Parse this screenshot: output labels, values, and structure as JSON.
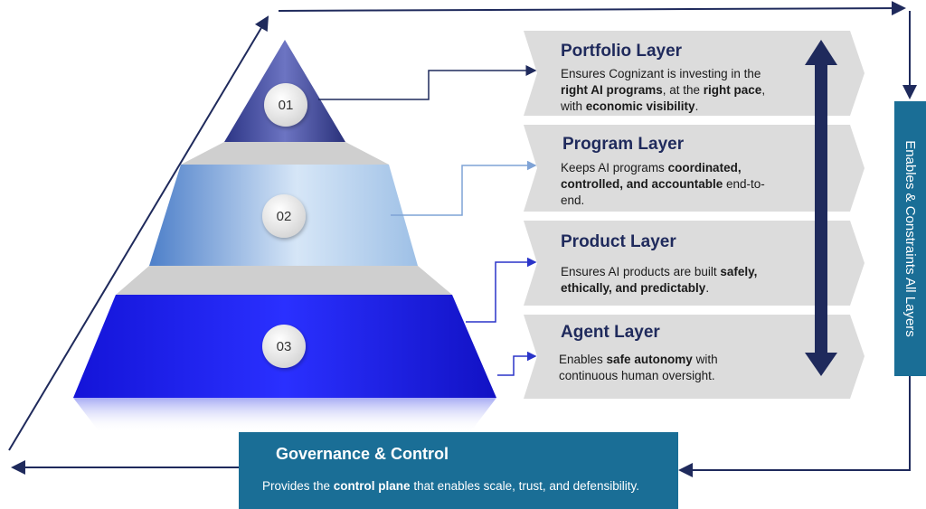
{
  "layers": [
    {
      "number": "01",
      "title": "Portfolio Layer",
      "lines": [
        [
          {
            "t": "Ensures Cognizant is investing in the",
            "b": false
          }
        ],
        [
          {
            "t": "right AI programs",
            "b": true
          },
          {
            "t": ", at the ",
            "b": false
          },
          {
            "t": "right pace",
            "b": true
          },
          {
            "t": ",",
            "b": false
          }
        ],
        [
          {
            "t": "with ",
            "b": false
          },
          {
            "t": "economic visibility",
            "b": true
          },
          {
            "t": ".",
            "b": false
          }
        ]
      ]
    },
    {
      "number": "02",
      "title": "Program Layer",
      "lines": [
        [
          {
            "t": "Keeps AI programs ",
            "b": false
          },
          {
            "t": "coordinated,",
            "b": true
          }
        ],
        [
          {
            "t": "controlled, and accountable",
            "b": true
          },
          {
            "t": " end-to-",
            "b": false
          }
        ],
        [
          {
            "t": "end.",
            "b": false
          }
        ]
      ]
    },
    {
      "number": "03",
      "title": "Product Layer",
      "lines": [
        [
          {
            "t": "Ensures AI products are built ",
            "b": false
          },
          {
            "t": "safely,",
            "b": true
          }
        ],
        [
          {
            "t": "ethically, and predictably",
            "b": true
          },
          {
            "t": ".",
            "b": false
          }
        ]
      ]
    },
    {
      "number": "",
      "title": "Agent Layer",
      "lines": [
        [
          {
            "t": "Enables ",
            "b": false
          },
          {
            "t": "safe autonomy",
            "b": true
          },
          {
            "t": " with",
            "b": false
          }
        ],
        [
          {
            "t": "continuous human  oversight.",
            "b": false
          }
        ]
      ]
    }
  ],
  "governance": {
    "title": "Governance & Control",
    "lines": [
      [
        {
          "t": "Provides the ",
          "b": false
        },
        {
          "t": "control plane",
          "b": true
        },
        {
          "t": " that enables scale, trust, and defensibility.",
          "b": false
        }
      ]
    ]
  },
  "side_label": "Enables & Constraints All Layers",
  "colors": {
    "navy": "#1f2a5c",
    "teal": "#1a6e96",
    "tier1": "#3a4699",
    "tier2": "#a9c6e8",
    "tier3": "#1c1ee0",
    "band": "#dcdcdc"
  }
}
